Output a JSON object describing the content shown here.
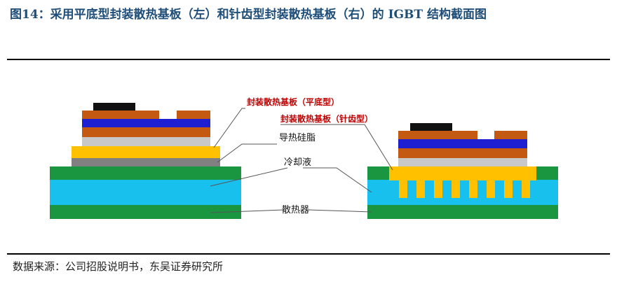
{
  "header": {
    "title": "图14：采用平底型封装散热基板（左）和针齿型封装散热基板（右）的 IGBT 结构截面图"
  },
  "diagram": {
    "labels": {
      "flat_substrate": "封装散热基板（平底型）",
      "pin_fin_substrate": "封装散热基板（针齿型）",
      "thermal_grease": "导热硅脂",
      "coolant": "冷却液",
      "heatsink": "散热器"
    },
    "colors": {
      "chip": "#111111",
      "copper": "#c45911",
      "ceramic": "#1f1fd2",
      "solder": "#c8c8c8",
      "substrate": "#ffc000",
      "grease": "#808080",
      "heatsink": "#1a9641",
      "coolant": "#18c0ee",
      "label": "#c00000"
    }
  },
  "footer": {
    "source": "数据来源：公司招股说明书，东吴证券研究所"
  }
}
